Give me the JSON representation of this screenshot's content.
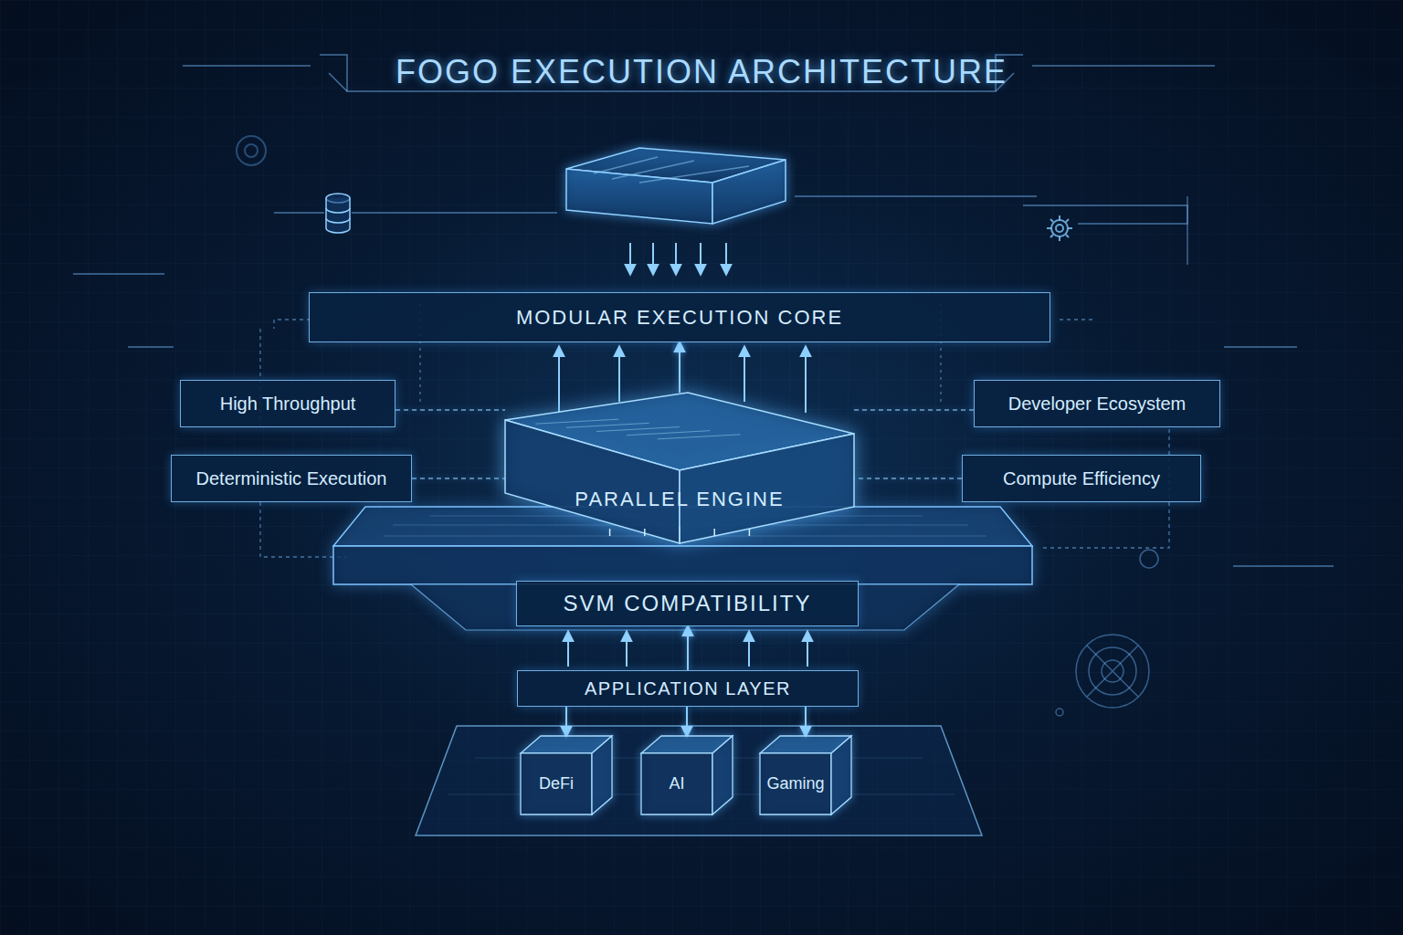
{
  "diagram": {
    "title": "FOGO EXECUTION ARCHITECTURE",
    "nodes": [
      {
        "text": [
          "MODULAR EXECUTION CORE"
        ]
      },
      {
        "text": [
          "High Throughput"
        ]
      },
      {
        "text": [
          "Deterministic Execution"
        ]
      },
      {
        "text": [
          "PARALLEL ENGINE"
        ]
      },
      {
        "text": [
          "Developer Ecosystem"
        ]
      },
      {
        "text": [
          "Compute Efficiency"
        ]
      },
      {
        "text": [
          "SVM COMPATIBILITY"
        ]
      },
      {
        "text": [
          "APPLICATION LAYER"
        ]
      },
      {
        "text": [
          "DeFi"
        ]
      },
      {
        "text": [
          "AI"
        ]
      },
      {
        "text": [
          "Gaming"
        ]
      }
    ],
    "edges": [
      {
        "from": 3,
        "to": 0,
        "arrow": "to"
      },
      {
        "from": 1,
        "to": 3,
        "arrow": "none"
      },
      {
        "from": 2,
        "to": 3,
        "arrow": "none"
      },
      {
        "from": 4,
        "to": 3,
        "arrow": "none"
      },
      {
        "from": 5,
        "to": 3,
        "arrow": "none"
      },
      {
        "from": 7,
        "to": 6,
        "arrow": "to"
      },
      {
        "from": 7,
        "to": 8,
        "arrow": "to"
      },
      {
        "from": 7,
        "to": 9,
        "arrow": "to"
      },
      {
        "from": 7,
        "to": 10,
        "arrow": "to"
      }
    ]
  }
}
